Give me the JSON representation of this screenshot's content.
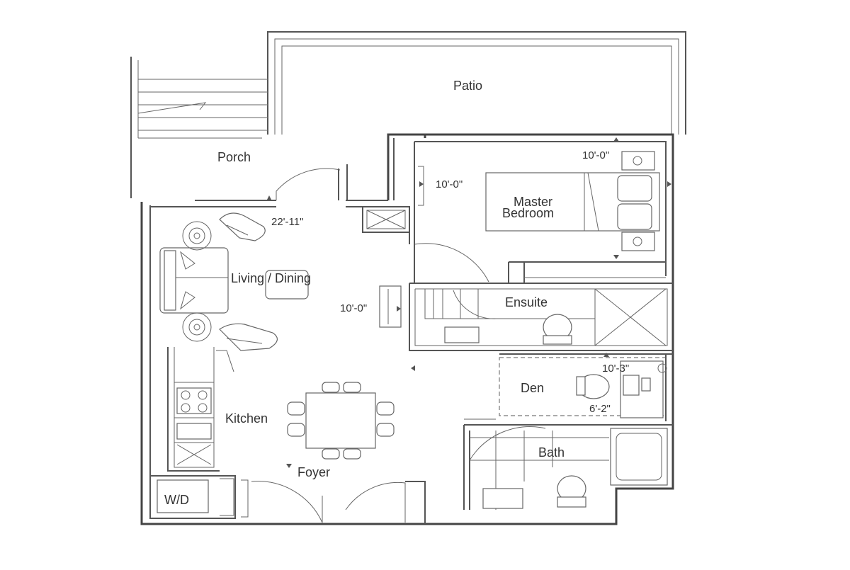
{
  "rooms": {
    "patio": "Patio",
    "porch": "Porch",
    "master_bedroom_line1": "Master",
    "master_bedroom_line2": "Bedroom",
    "living_dining": "Living / Dining",
    "ensuite": "Ensuite",
    "den": "Den",
    "kitchen": "Kitchen",
    "bath": "Bath",
    "foyer": "Foyer",
    "wd": "W/D"
  },
  "dimensions": {
    "bedroom_width": "10'-0\"",
    "bedroom_length": "10'-0\"",
    "living_length": "22'-11\"",
    "living_width": "10'-0\"",
    "den_width": "10'-3\"",
    "den_length": "6'-2\""
  },
  "colors": {
    "line": "#555555",
    "text": "#333333",
    "background": "#ffffff"
  }
}
